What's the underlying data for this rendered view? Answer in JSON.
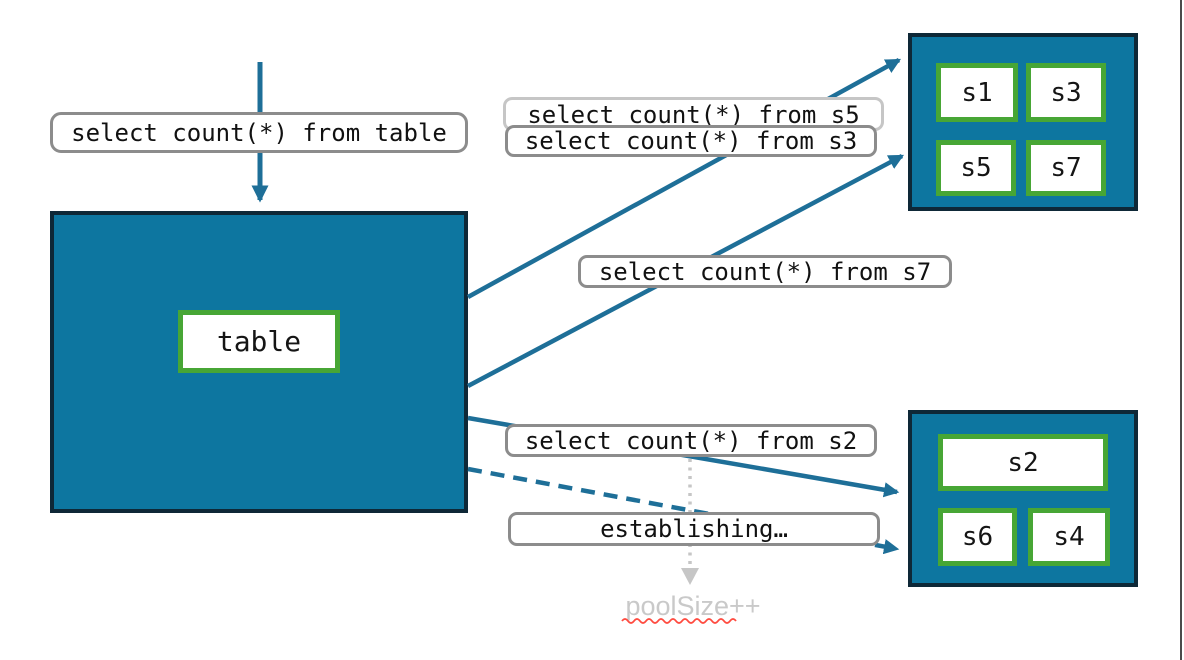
{
  "diagram": {
    "table_node": {
      "label": "table"
    },
    "query_labels": {
      "from_table": "select count(*) from table",
      "from_s5": "select count(*) from s5",
      "from_s3": "select count(*) from s3",
      "from_s7": "select count(*) from s7",
      "from_s2": "select count(*) from s2",
      "establishing": "establishing…"
    },
    "pool_top": {
      "shards": [
        "s1",
        "s3",
        "s5",
        "s7"
      ]
    },
    "pool_bottom": {
      "shards": [
        "s2",
        "s6",
        "s4"
      ]
    },
    "pool_size_note": {
      "word": "poolSize",
      "suffix": "++"
    },
    "colors": {
      "node_fill": "#0D76A0",
      "node_border": "#0E2837",
      "shard_border": "#47A635",
      "arrow": "#1E6F98",
      "label_border": "#8C8C8C",
      "label_border_light": "#C6C6C6",
      "muted_note_text": "#C9C9C9",
      "spellcheck_squiggle": "#FF4B40",
      "dotted_arrow": "#C6C6C6"
    }
  }
}
